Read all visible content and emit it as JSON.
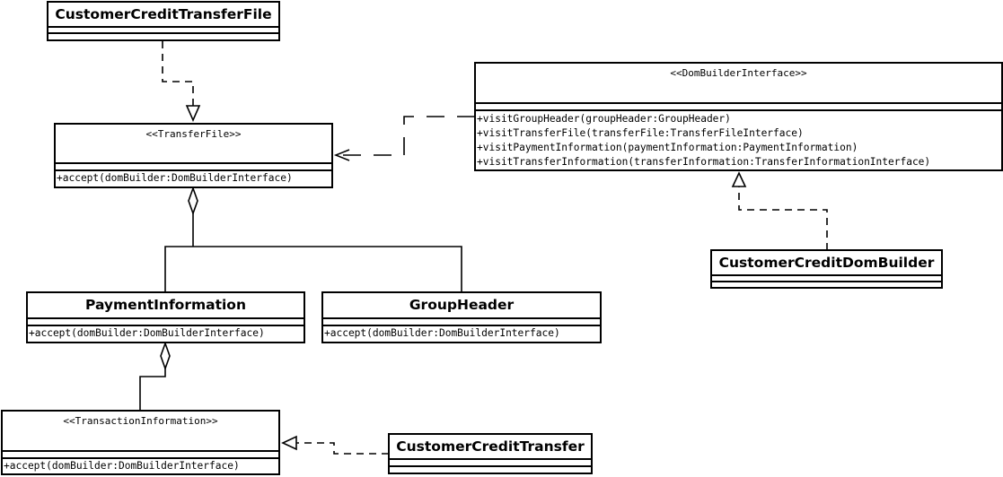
{
  "classes": {
    "customer_credit_transfer_file": {
      "name": "CustomerCreditTransferFile"
    },
    "transfer_file": {
      "stereotype": "<<TransferFile>>",
      "operations": [
        "+accept(domBuilder:DomBuilderInterface)"
      ]
    },
    "dom_builder_interface": {
      "stereotype": "<<DomBuilderInterface>>",
      "operations": [
        "+visitGroupHeader(groupHeader:GroupHeader)",
        "+visitTransferFile(transferFile:TransferFileInterface)",
        "+visitPaymentInformation(paymentInformation:PaymentInformation)",
        "+visitTransferInformation(transferInformation:TransferInformationInterface)"
      ]
    },
    "customer_credit_dom_builder": {
      "name": "CustomerCreditDomBuilder"
    },
    "payment_information": {
      "name": "PaymentInformation",
      "operations": [
        "+accept(domBuilder:DomBuilderInterface)"
      ]
    },
    "group_header": {
      "name": "GroupHeader",
      "operations": [
        "+accept(domBuilder:DomBuilderInterface)"
      ]
    },
    "transaction_information": {
      "stereotype": "<<TransactionInformation>>",
      "operations": [
        "+accept(domBuilder:DomBuilderInterface)"
      ]
    },
    "customer_credit_transfer": {
      "name": "CustomerCreditTransfer"
    }
  },
  "relations": [
    {
      "type": "realization",
      "from": "CustomerCreditTransferFile",
      "to": "<<TransferFile>>"
    },
    {
      "type": "dependency",
      "from": "<<DomBuilderInterface>>",
      "to": "<<TransferFile>>"
    },
    {
      "type": "realization",
      "from": "CustomerCreditDomBuilder",
      "to": "<<DomBuilderInterface>>"
    },
    {
      "type": "aggregation",
      "from": "PaymentInformation",
      "to": "<<TransferFile>>"
    },
    {
      "type": "aggregation",
      "from": "GroupHeader",
      "to": "<<TransferFile>>"
    },
    {
      "type": "aggregation",
      "from": "<<TransactionInformation>>",
      "to": "PaymentInformation"
    },
    {
      "type": "realization",
      "from": "CustomerCreditTransfer",
      "to": "<<TransactionInformation>>"
    }
  ],
  "colors": {
    "line": "#000000",
    "fill": "#ffffff"
  }
}
